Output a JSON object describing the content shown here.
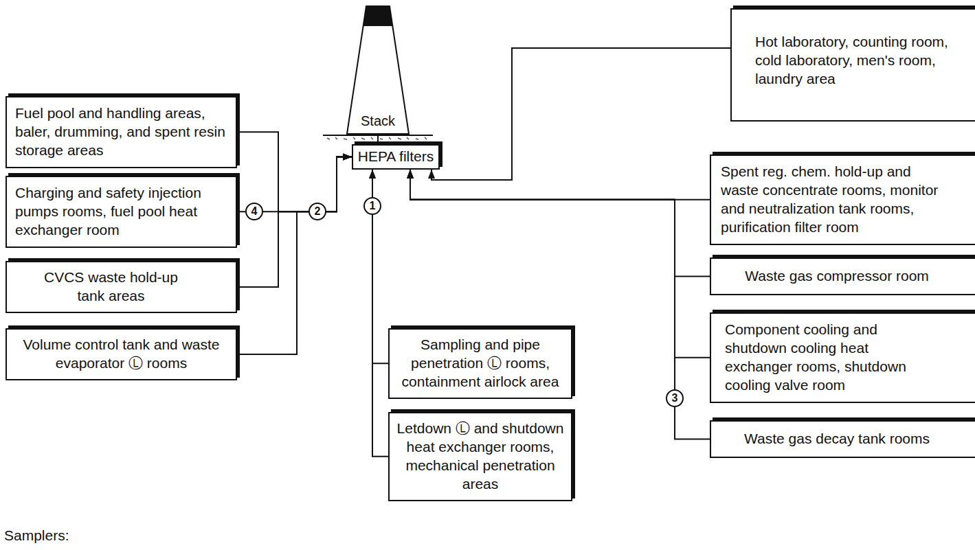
{
  "diagram": {
    "nodes": [
      {
        "text": [
          "Stack"
        ]
      },
      {
        "text": [
          "HEPA filters"
        ]
      },
      {
        "text": [
          "Hot laboratory, counting room, cold laboratory, men's room, laundry area"
        ]
      },
      {
        "text": [
          "Fuel pool and handling areas, baler, drumming, and spent resin storage areas"
        ]
      },
      {
        "text": [
          "Charging and safety injection pumps rooms, fuel pool heat exchanger room"
        ]
      },
      {
        "text": [
          "CVCS waste hold-up tank areas"
        ]
      },
      {
        "text": [
          "Volume control tank and waste evaporator Ⓛ rooms"
        ]
      },
      {
        "text": [
          "Sampling and pipe penetration Ⓛ rooms, containment airlock area"
        ]
      },
      {
        "text": [
          "Letdown Ⓛ and shutdown heat exchanger rooms, mechanical penetration areas"
        ]
      },
      {
        "text": [
          "Spent reg. chem. hold-up and waste concentrate rooms, monitor and neutralization tank rooms, purification filter room"
        ]
      },
      {
        "text": [
          "Waste gas compressor room"
        ]
      },
      {
        "text": [
          "Component cooling and shutdown cooling heat exchanger rooms, shutdown cooling valve room"
        ]
      },
      {
        "text": [
          "Waste gas decay tank rooms"
        ]
      }
    ],
    "edges": [
      {
        "from": 1,
        "to": 0,
        "arrow": "none"
      },
      {
        "from": 2,
        "to": 1,
        "arrow": "to"
      },
      {
        "from": 3,
        "to": 1,
        "arrow": "to"
      },
      {
        "from": 4,
        "to": 1,
        "arrow": "to"
      },
      {
        "from": 5,
        "to": 1,
        "arrow": "to"
      },
      {
        "from": 6,
        "to": 1,
        "arrow": "to"
      },
      {
        "from": 7,
        "to": 1,
        "arrow": "to"
      },
      {
        "from": 8,
        "to": 1,
        "arrow": "to"
      },
      {
        "from": 9,
        "to": 1,
        "arrow": "to"
      },
      {
        "from": 10,
        "to": 1,
        "arrow": "to"
      },
      {
        "from": 11,
        "to": 1,
        "arrow": "to"
      },
      {
        "from": 12,
        "to": 1,
        "arrow": "to"
      }
    ],
    "labels": [
      "4",
      "2",
      "1",
      "3",
      "Samplers:"
    ]
  }
}
